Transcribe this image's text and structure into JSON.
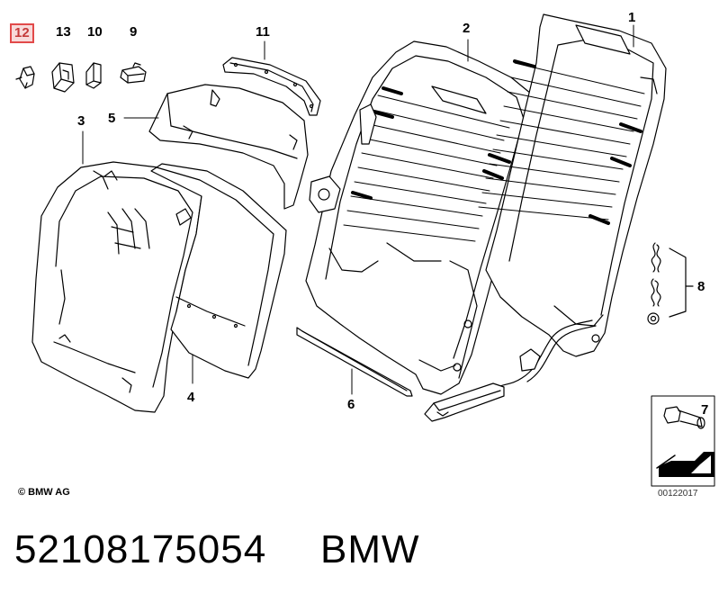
{
  "callouts": {
    "c1": "1",
    "c2": "2",
    "c3": "3",
    "c4": "4",
    "c5": "5",
    "c6": "6",
    "c7": "7",
    "c8": "8",
    "c9": "9",
    "c10": "10",
    "c11": "11",
    "c12": "12",
    "c13": "13"
  },
  "highlighted_callout": "12",
  "copyright": "© BMW AG",
  "reference_code": "00122017",
  "caption": {
    "part_number": "52108175054",
    "brand": "BMW"
  },
  "colors": {
    "highlight_border": "#e24a4a",
    "highlight_fill": "#f8dada",
    "line": "#000000"
  }
}
